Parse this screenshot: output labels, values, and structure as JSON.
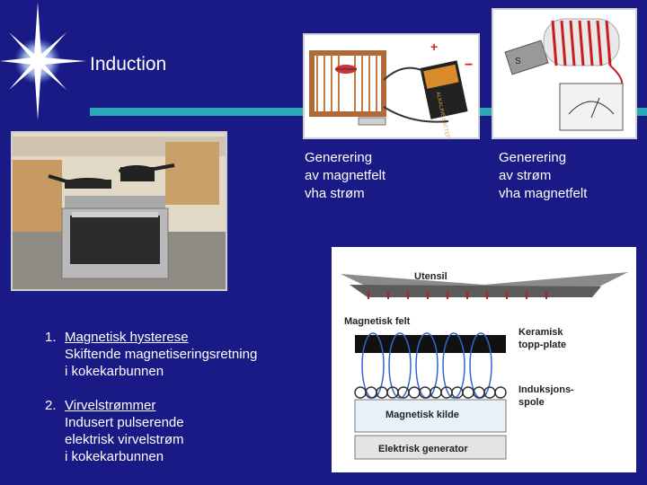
{
  "slide": {
    "title": "Induction",
    "caption_magnetfelt": "Generering\nav magnetfelt\nvha strøm",
    "caption_strom": "Generering\nav strøm\nvha magnetfelt",
    "points": [
      {
        "num": "1.",
        "term": "Magnetisk hysterese",
        "desc": "Skiftende magnetiseringsretning\ni kokekarbunnen"
      },
      {
        "num": "2.",
        "term": "Virvelstrømmer",
        "desc": "Indusert pulserende\nelektrisk virvelstrøm\ni kokekarbunnen"
      }
    ]
  },
  "electromagnet_photo": {
    "battery_text": "ALKALINE BATTERY",
    "plus": "+",
    "minus": "−"
  },
  "coil_photo": {
    "magnet_label": "S"
  },
  "induction_diagram": {
    "utensil": "Utensil",
    "magnetisk_felt": "Magnetisk felt",
    "keramisk": "Keramisk\ntopp-plate",
    "induksjonsspole": "Induksjons-\nspole",
    "magnetisk_kilde": "Magnetisk kilde",
    "elektrisk_generator": "Elektrisk generator"
  },
  "colors": {
    "background": "#1a1a86",
    "accent_teal": "#2aa8b8",
    "text": "#ffffff"
  }
}
